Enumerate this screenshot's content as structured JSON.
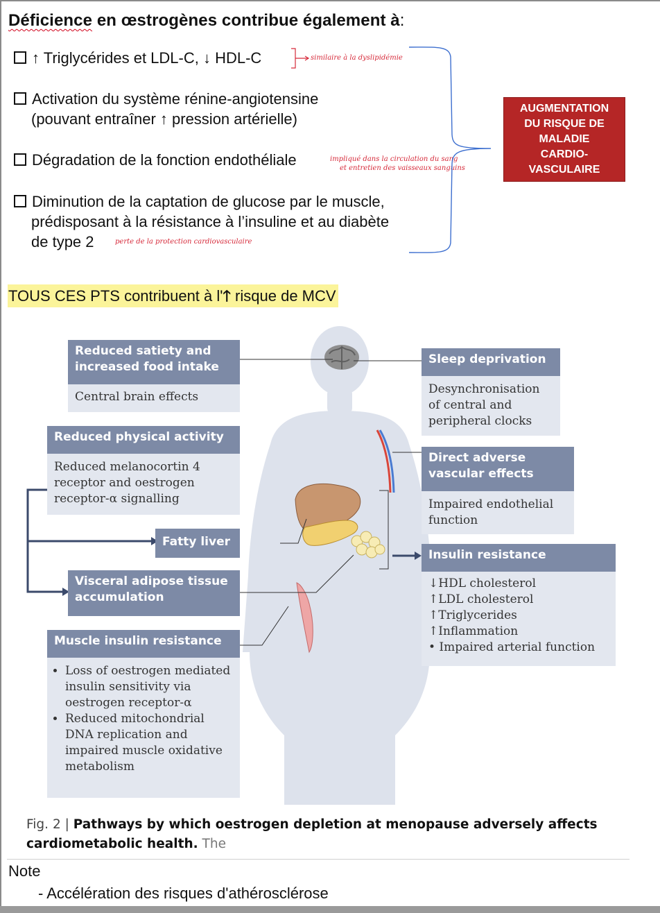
{
  "heading": {
    "underlined": "Déficience",
    "rest": " en œstrogènes contribue également à",
    "colon": ":"
  },
  "bullets": [
    {
      "text": "↑ Triglycérides et LDL-C, ↓ HDL-C",
      "note": "similaire à la dyslipidémie"
    },
    {
      "line1": "Activation du système rénine-angiotensine",
      "line2": "(pouvant entraîner ↑ pression artérielle)"
    },
    {
      "text": "Dégradation de la fonction endothéliale",
      "note1": "impliqué dans la circulation du sang",
      "note2": "et entretien des vaisseaux sanguins"
    },
    {
      "line1": "Diminution de la captation de glucose par le muscle,",
      "line2": "prédisposant à la résistance à l’insuline et au diabète",
      "line3": "de type 2",
      "note": "perte de la protection cardiovasculaire"
    }
  ],
  "red_box": {
    "line1": "AUGMENTATION",
    "line2": "DU RISQUE DE",
    "line3": "MALADIE",
    "line4": "CARDIO-",
    "line5": "VASCULAIRE",
    "color": "#b52626"
  },
  "highlight": {
    "before": "TOUS CES PTS contribuent à l'",
    "arrow": "🡑",
    "after": " risque de MCV"
  },
  "figure": {
    "satiety": {
      "title1": "Reduced satiety and",
      "title2": "increased food intake",
      "body": "Central brain effects"
    },
    "sleep": {
      "title": "Sleep deprivation",
      "body1": "Desynchronisation",
      "body2": "of central and",
      "body3": "peripheral clocks"
    },
    "activity": {
      "title": "Reduced physical activity",
      "body1": "Reduced melanocortin 4",
      "body2": "receptor and oestrogen",
      "body3": "receptor-α signalling"
    },
    "vascular": {
      "title1": "Direct adverse",
      "title2": "vascular effects",
      "body1": "Impaired endothelial",
      "body2": "function"
    },
    "fatty_liver": {
      "title": "Fatty liver"
    },
    "insulin": {
      "title": "Insulin resistance",
      "items": [
        "↓HDL cholesterol",
        "↑LDL cholesterol",
        "↑Triglycerides",
        "↑Inflammation",
        "• Impaired arterial function"
      ]
    },
    "visceral": {
      "title1": "Visceral adipose tissue",
      "title2": "accumulation"
    },
    "muscle": {
      "title": "Muscle insulin resistance",
      "items": [
        "Loss of oestrogen mediated insulin sensitivity via oestrogen receptor-α",
        "Reduced mitochondrial DNA replication and impaired muscle oxidative metabolism"
      ]
    },
    "colors": {
      "panel_title": "#7d8aa6",
      "panel_body": "#e3e7ef",
      "silhouette": "#dde2ec",
      "arrow": "#3b4a6b"
    }
  },
  "caption": {
    "label": "Fig. 2 |",
    "bold": "Pathways by which oestrogen depletion at menopause adversely affects cardiometabolic health.",
    "tail": " The"
  },
  "note": {
    "title": "Note",
    "item": "-  Accélération des risques d'athérosclérose"
  }
}
